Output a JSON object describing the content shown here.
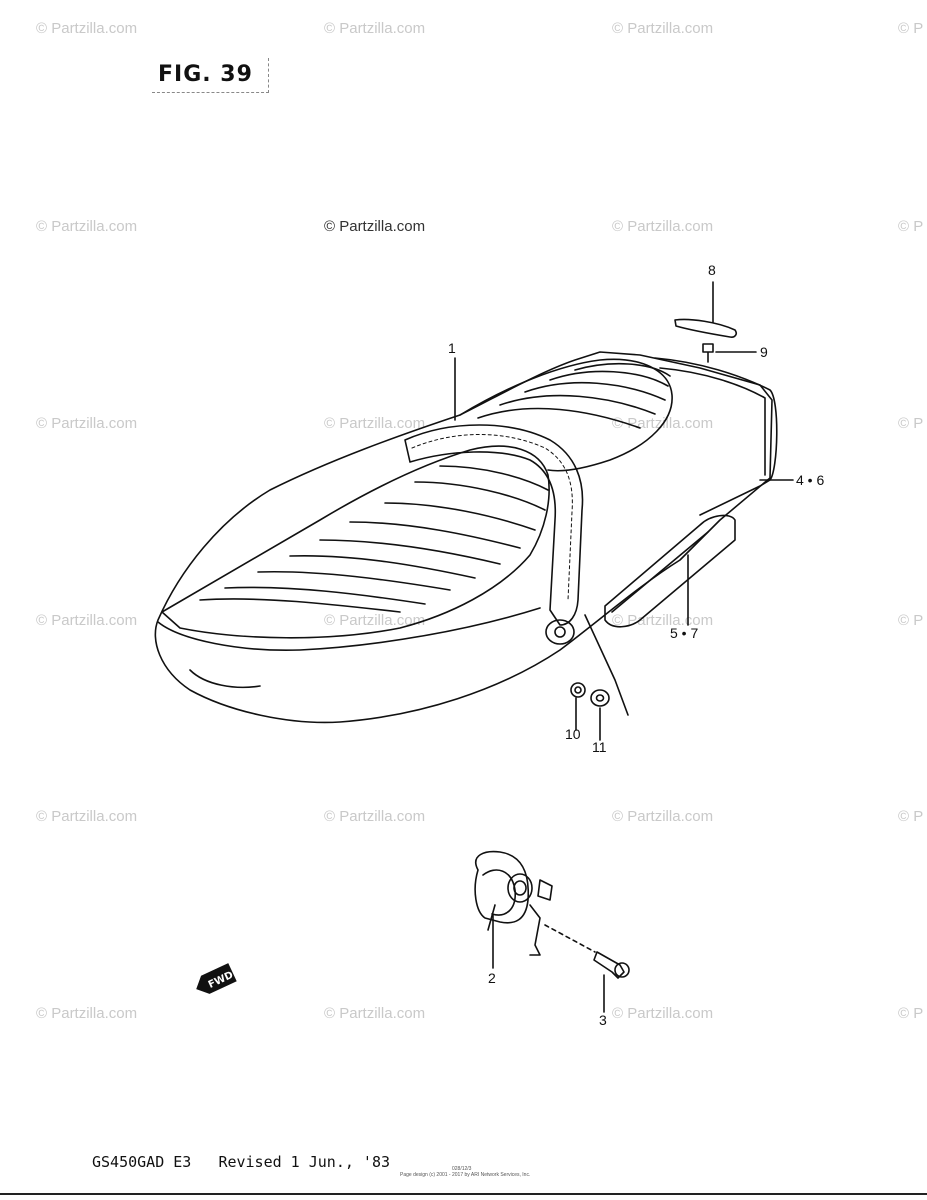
{
  "figure": {
    "label": "FIG. 39"
  },
  "watermark": {
    "text": "© Partzilla.com",
    "main_text": "© Partzilla.com",
    "edge_text": "© P"
  },
  "callouts": {
    "c1": "1",
    "c2": "2",
    "c3": "3",
    "c4_6": "4 • 6",
    "c5_7": "5 • 7",
    "c8": "8",
    "c9": "9",
    "c10": "10",
    "c11": "11"
  },
  "fwd_badge": "FWD",
  "footer": {
    "model": "GS450GAD E3",
    "revision": "Revised 1 Jun., '83",
    "code": "028/12/3",
    "credit": "Page design (c) 2001 - 2017 by ARI Network Services, Inc."
  }
}
